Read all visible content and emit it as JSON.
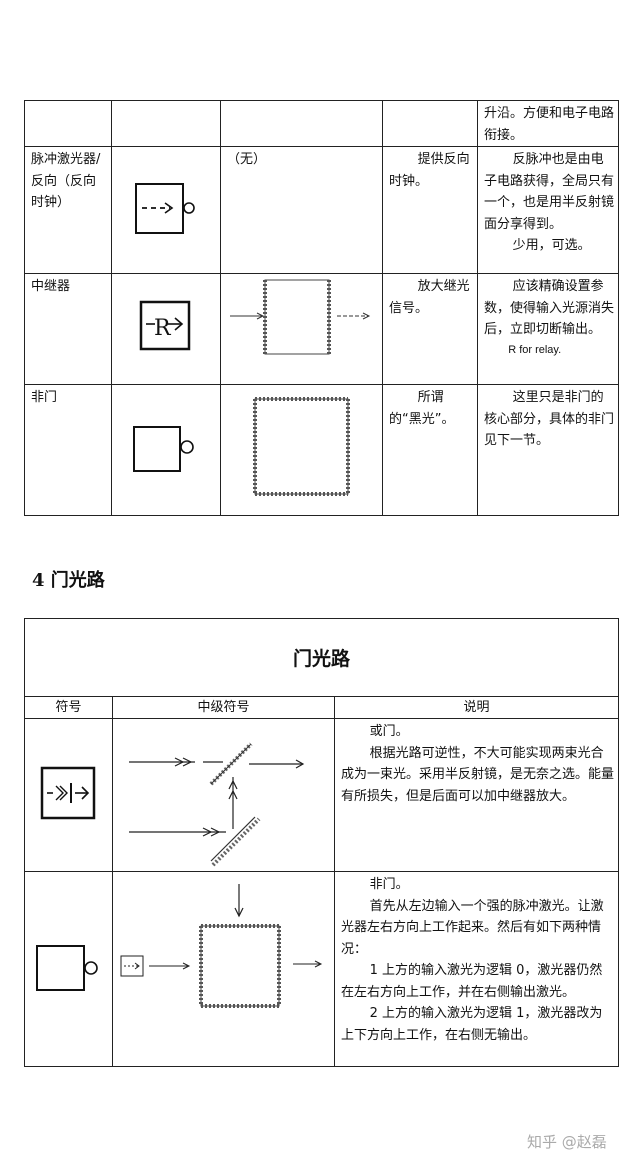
{
  "table1": {
    "row0": {
      "c5": "升沿。方便和电子电路衔接。"
    },
    "row1": {
      "name": "脉冲激光器/反向（反向时钟）",
      "c3": "（无）",
      "c4": "提供反向时钟。",
      "c5a": "反脉冲也是由电子电路获得，全局只有一个，也是用半反射镜面分享得到。",
      "c5b": "少用，可选。"
    },
    "row2": {
      "name": "中继器",
      "c4": "放大继光信号。",
      "c5a": "应该精确设置参数，使得输入光源消失后，立即切断输出。",
      "c5b": "R for relay."
    },
    "row3": {
      "name": "非门",
      "c4": "所谓的“黑光”。",
      "c5": "这里只是非门的核心部分，具体的非门见下一节。"
    }
  },
  "section": {
    "title": "4 门光路"
  },
  "table2": {
    "title": "门光路",
    "headers": [
      "符号",
      "中级符号",
      "说明"
    ],
    "row1": {
      "p1": "或门。",
      "p2": "根据光路可逆性，不大可能实现两束光合成为一束光。采用半反射镜，是无奈之选。能量有所损失，但是后面可以加中继器放大。"
    },
    "row2": {
      "p1": "非门。",
      "p2": "首先从左边输入一个强的脉冲激光。让激光器左右方向上工作起来。然后有如下两种情况：",
      "p3": "1  上方的输入激光为逻辑 0，激光器仍然在左右方向上工作，并在右侧输出激光。",
      "p4": "2  上方的输入激光为逻辑 1，激光器改为上下方向上工作，在右侧无输出。"
    }
  },
  "watermark": "知乎 @赵磊",
  "icons": {
    "pulse_laser": "dashed-arrow-box-with-circle-icon",
    "relay": "R-arrow-box-icon",
    "not_gate": "box-with-circle-icon",
    "or_gate": "double-arrow-bar-box-icon"
  }
}
